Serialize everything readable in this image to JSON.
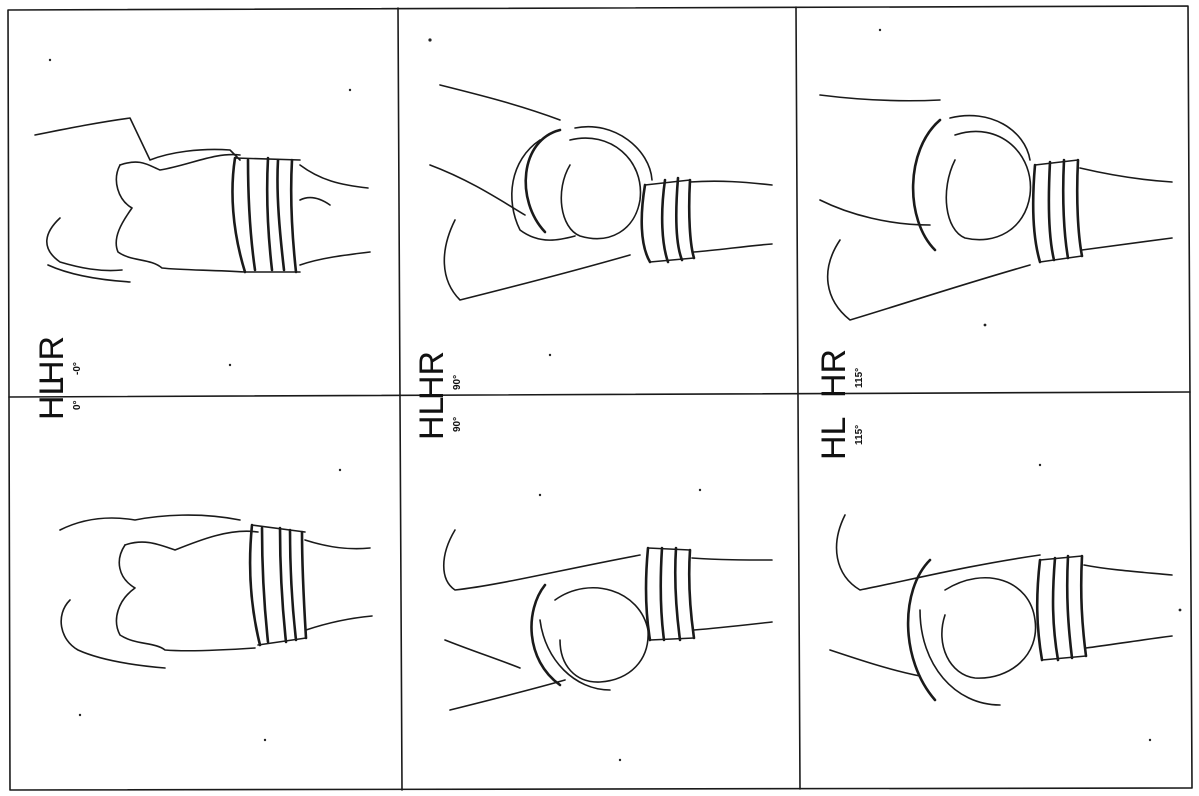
{
  "panels": [
    {
      "id": "HL-0",
      "name": "HL",
      "angle": "0°"
    },
    {
      "id": "HR-0",
      "name": "HR",
      "angle": "-0°"
    },
    {
      "id": "HL-90",
      "name": "HL",
      "angle": "90°"
    },
    {
      "id": "HR-90",
      "name": "HR",
      "angle": "90°"
    },
    {
      "id": "HL-115",
      "name": "HL",
      "angle": "115°"
    },
    {
      "id": "HR-115",
      "name": "HR",
      "angle": "115°"
    }
  ],
  "colors": {
    "line": "#1a1a1a",
    "background": "#ffffff"
  }
}
